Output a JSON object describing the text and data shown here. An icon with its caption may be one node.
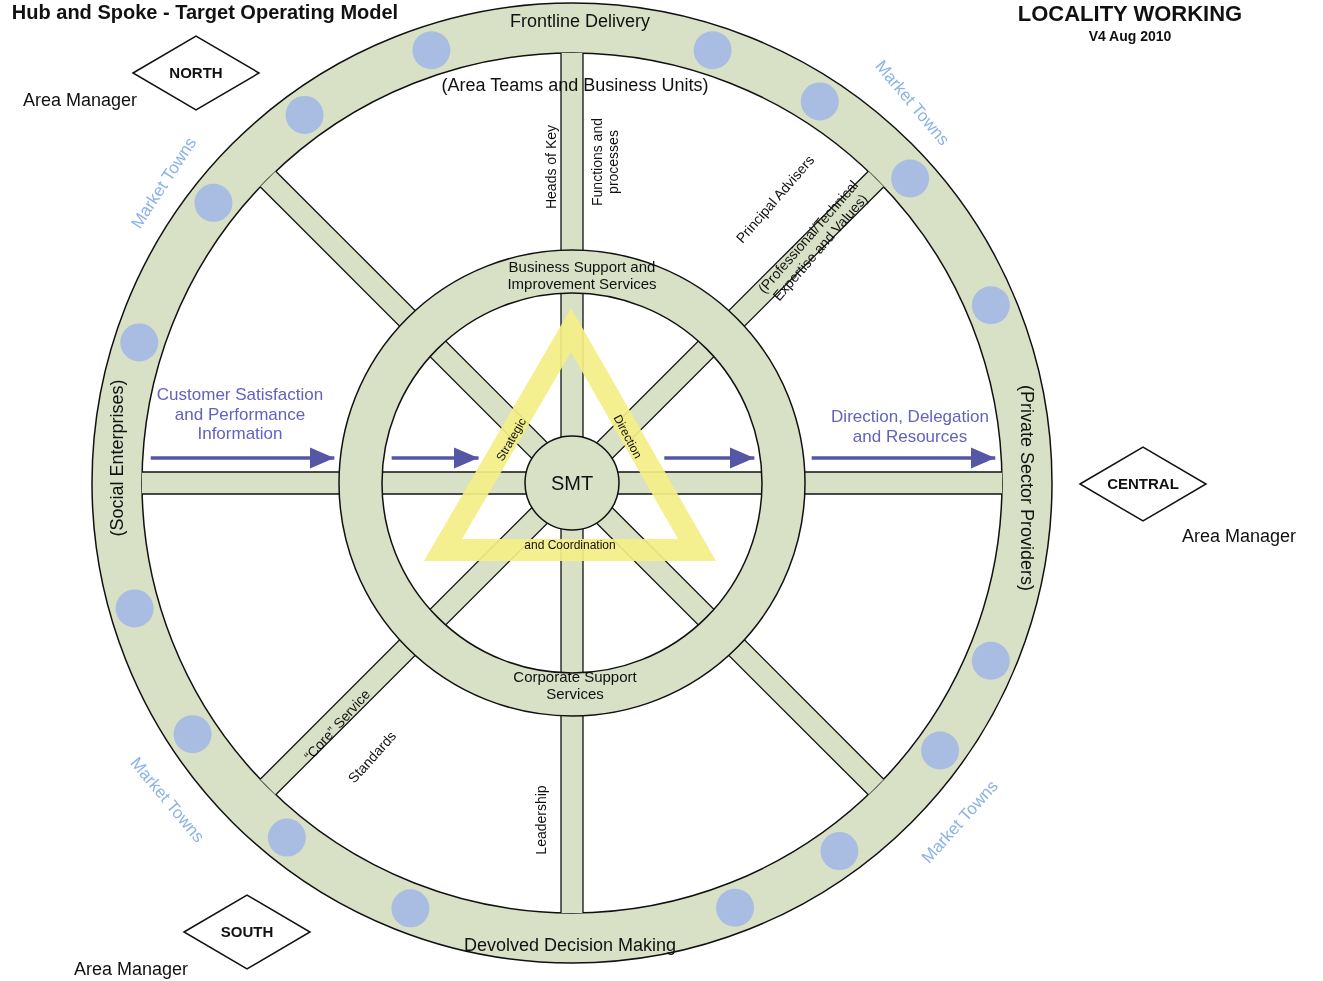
{
  "diagram": {
    "title": "Hub and Spoke - Target Operating Model",
    "nodes": [
      {
        "text": [
          "Frontline Delivery",
          "Devolved Decision Making",
          "(Social Enterprises)",
          "(Private Sector Providers)"
        ]
      },
      {
        "text": [
          "Business Support and Improvement Services",
          "Corporate Support Services"
        ],
        "in": 0
      },
      {
        "text": [
          "SMT"
        ],
        "in": 3
      },
      {
        "text": [
          "Strategic",
          "Direction",
          "and Coordination"
        ],
        "in": 1
      },
      {
        "text": [
          "NORTH"
        ],
        "beside": [
          "Area Manager"
        ]
      },
      {
        "text": [
          "CENTRAL"
        ],
        "beside": [
          "Area Manager"
        ]
      },
      {
        "text": [
          "SOUTH"
        ],
        "beside": [
          "Area Manager"
        ]
      }
    ],
    "edges": [
      {
        "from": 0,
        "to": 1,
        "arrow": "to",
        "label": "Customer Satisfaction and Performance Information"
      },
      {
        "from": 1,
        "to": 3,
        "arrow": "to"
      },
      {
        "from": 3,
        "to": 1,
        "arrow": "to"
      },
      {
        "from": 1,
        "to": 0,
        "arrow": "to",
        "label": "Direction, Delegation and Resources"
      }
    ],
    "labels": [
      "LOCALITY WORKING",
      "V4 Aug 2010",
      "Market Towns",
      "(Area Teams and Business Units)",
      "Heads of Key",
      "Functions and processes",
      "Market Towns",
      "Principal Advisers",
      "(Professional/Technical Expertise and Values)",
      "“Core” Service",
      "Standards",
      "Market Towns",
      "Leadership",
      "Market Towns"
    ]
  }
}
